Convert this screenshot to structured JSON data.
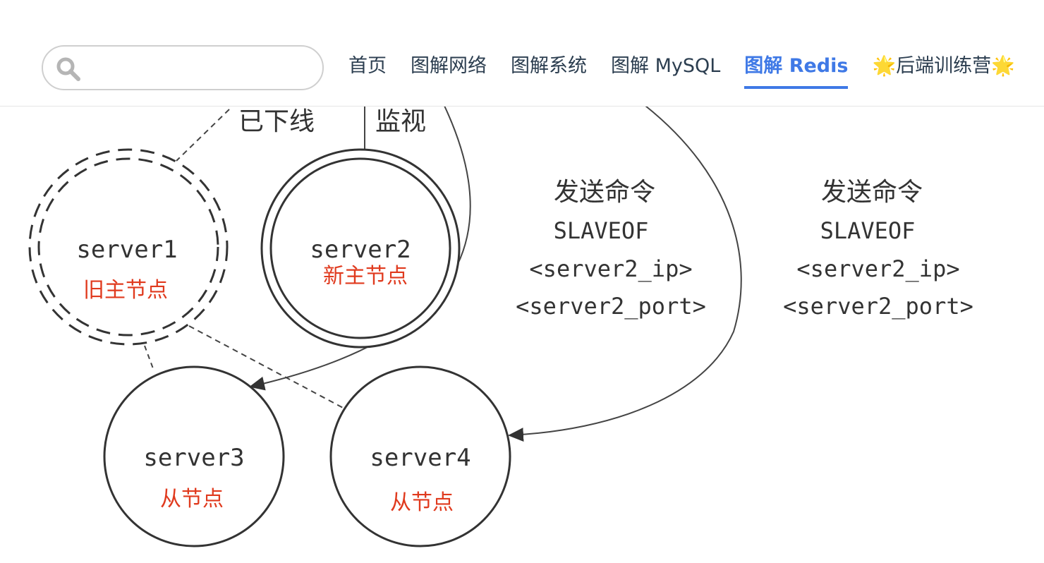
{
  "search": {
    "placeholder": "",
    "value": ""
  },
  "nav": {
    "items": [
      {
        "label": "首页"
      },
      {
        "label": "图解网络"
      },
      {
        "label": "图解系统"
      },
      {
        "label": "图解 MySQL"
      },
      {
        "label": "图解 Redis",
        "active": true
      },
      {
        "label": "🌟后端训练营🌟"
      }
    ]
  },
  "diagram": {
    "offline_label": "已下线",
    "monitor_label": "监视",
    "nodes": [
      {
        "name": "server1",
        "role": "旧主节点"
      },
      {
        "name": "server2",
        "role": "新主节点"
      },
      {
        "name": "server3",
        "role": "从节点"
      },
      {
        "name": "server4",
        "role": "从节点"
      }
    ],
    "commands": [
      {
        "title": "发送命令",
        "line1": "SLAVEOF",
        "line2": "<server2_ip>",
        "line3": "<server2_port>"
      },
      {
        "title": "发送命令",
        "line1": "SLAVEOF",
        "line2": "<server2_ip>",
        "line3": "<server2_port>"
      }
    ]
  },
  "colors": {
    "accent": "#3f79e6",
    "role_text": "#e03a1e",
    "nav_text": "#2c3e50"
  }
}
